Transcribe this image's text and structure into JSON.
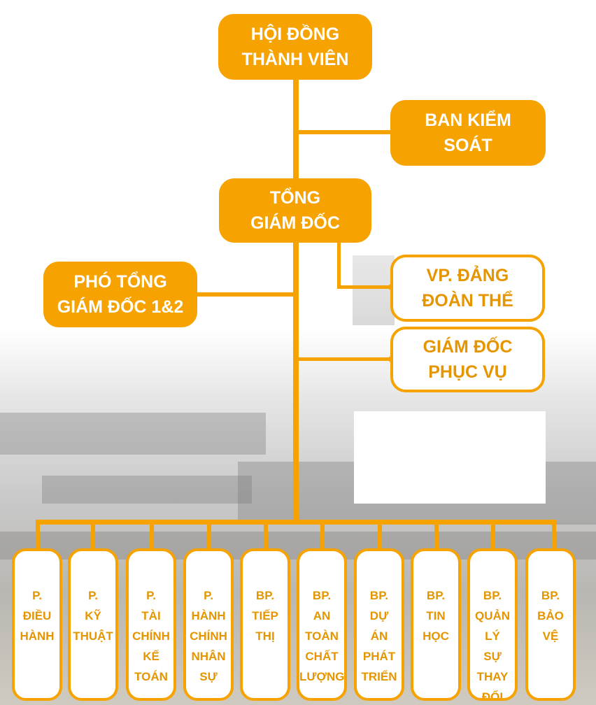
{
  "top_boxes": {
    "board": "HỘI ĐỒNG\nTHÀNH VIÊN",
    "supervisory": "BAN KIỂM\nSOÁT",
    "general_director": "TỔNG\nGIÁM ĐỐC",
    "deputy_director": "PHÓ TỔNG\nGIÁM ĐỐC 1&2",
    "party_office": "VP. ĐẢNG\nĐOÀN THỂ",
    "service_director": "GIÁM ĐỐC\nPHỤC VỤ"
  },
  "departments": [
    "P.\nĐIỀU\nHÀNH",
    "P.\nKỸ\nTHUẬT",
    "P.\nTÀI\nCHÍNH\nKẾ\nTOÁN",
    "P.\nHÀNH\nCHÍNH\nNHÂN\nSỰ",
    "BP.\nTIẾP\nTHỊ",
    "BP.\nAN\nTOÀN\nCHẤT\nLƯỢNG",
    "BP.\nDỰ\nÁN\nPHÁT\nTRIỂN",
    "BP.\nTIN\nHỌC",
    "BP.\nQUẢN\nLÝ\nSỰ\nTHAY\nĐỔI",
    "BP.\nBẢO\nVỆ"
  ],
  "colors": {
    "accent": "#f6a200",
    "outline_text": "#e59500",
    "solid_text": "#ffffff"
  }
}
